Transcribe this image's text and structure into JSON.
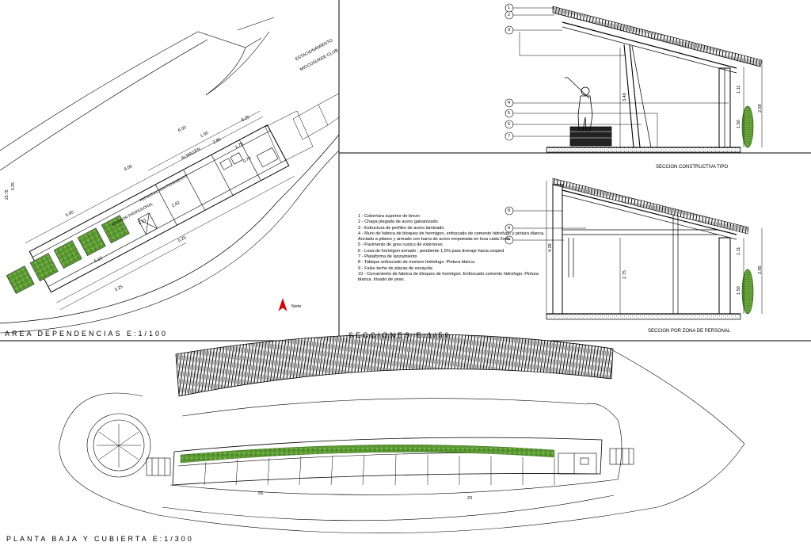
{
  "panels": {
    "area": {
      "title": "AREA DEPENDENCIAS  E:1/100",
      "north_label": "Norte",
      "road_label_1": "ESTACIONAMIENTO",
      "road_label_2": "MICCOSUKEE-CLUB",
      "rooms": [
        "ALMACEN",
        "PERSONAL MANTENIMIENTO",
        "JUGADOR PROFESIONAL"
      ],
      "dims": [
        "8.25",
        "6.50",
        "9.00",
        "2.85",
        "1.50",
        "1.79",
        "5.00",
        "0.70",
        "3.21",
        "2.42",
        "5.13",
        "5.25",
        "3.25",
        "23.75",
        "6.25"
      ]
    },
    "sections": {
      "title": "SECCIONES  E:1/50",
      "section1_caption": "SECCION  CONSTRUCTIVA TIPO",
      "section2_caption": "SECCION  POR ZONA DE PERSONAL",
      "callouts_top": [
        "1",
        "2",
        "3",
        "4",
        "5",
        "6",
        "7"
      ],
      "callouts_bottom": [
        "8",
        "9",
        "10"
      ],
      "heights_top": [
        "3.40",
        "1.11",
        "1.50",
        "2.59"
      ],
      "heights_bottom": [
        "4.28",
        "2.75",
        "1.11",
        "1.50",
        "2.85"
      ],
      "legend": [
        "1 - Cobertura superior de brezo",
        "2 - Chapa plegada de acero galvanizado",
        "3 - Estructura de perfiles de acero laminado",
        "4 - Muro de fabrica de bloques de hormigon, enfoscado de cemento hidrofugo y pintura blanca. Anclado a pilares y armado con barra de acero empotrada en losa cada 2mts.",
        "5 - Pavimento de gres rustico de exteriores",
        "6 - Losa de hormigon armado   ; pendiente 1,5% para drenaje hacia cesped",
        "7 - Plataforma de lanzamiento",
        "8 - Tabique enfoscado de mortero hidrofugo. Pintura blanca",
        "9 - Falso techo de placas de escayola",
        "10 - Cerramiento de fabrica de bloques de hormigon. Enfoscado cemento hidrofugo. Pintura blanca. Irisado de yeso."
      ]
    },
    "plan": {
      "title": "PLANTA BAJA Y CUBIERTA E:1/300",
      "dim_labels": [
        "55",
        "23"
      ]
    }
  },
  "colors": {
    "green": "#4a8a2a",
    "line": "#000000",
    "hatch": "#2a2a2a"
  }
}
